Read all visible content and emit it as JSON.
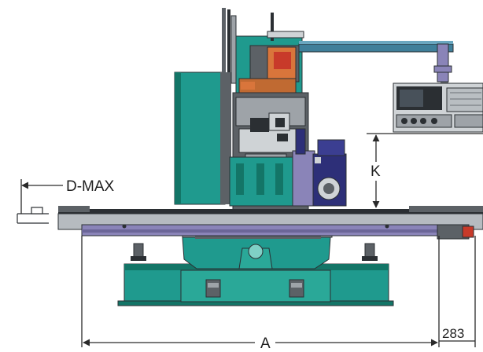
{
  "labels": {
    "d_max": "D-MAX",
    "k": "K",
    "a": "A",
    "dim_283": "283"
  },
  "colors": {
    "teal": "#1f9a8e",
    "teal_dark": "#137567",
    "grey": "#9ea3a8",
    "grey_dark": "#5c6166",
    "purple": "#8a84b8",
    "navy": "#2d2f78",
    "orange": "#d9753b",
    "red": "#c83a2a",
    "steel_blue": "#3f7f9a",
    "panel": "#cfd3d6"
  },
  "icons": {
    "d_max_arrow": "arrow-left-icon",
    "k_arrows": "arrow-vertical-icon",
    "a_arrows": "arrow-horizontal-icon"
  }
}
